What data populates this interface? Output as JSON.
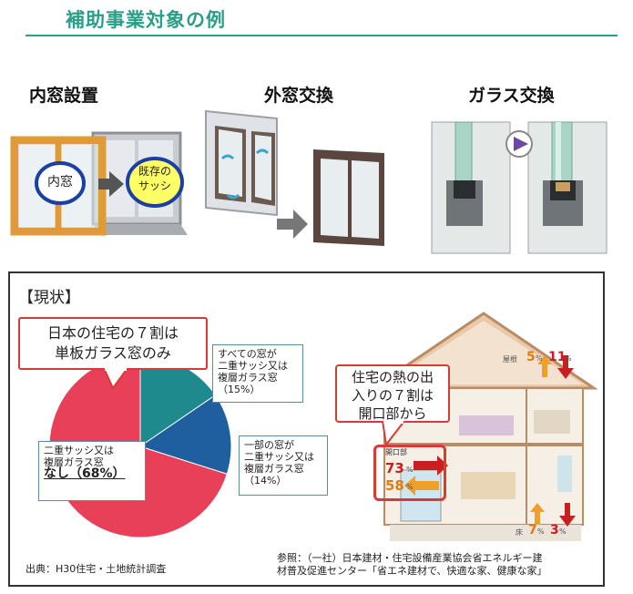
{
  "header": {
    "title": "補助事業対象の例"
  },
  "sections": {
    "inner_window": {
      "label": "内窓設置",
      "badge_inner": "内窓",
      "badge_existing_1": "既存の",
      "badge_existing_2": "サッシ"
    },
    "outer_window": {
      "label": "外窓交換"
    },
    "glass": {
      "label": "ガラス交換"
    }
  },
  "status": {
    "heading": "【現状】",
    "callout_main_1": "日本の住宅の７割は",
    "callout_main_2": "単板ガラス窓のみ",
    "callout_house_1": "住宅の熱の出",
    "callout_house_2": "入りの７割は",
    "callout_house_3": "開口部から"
  },
  "chart_data": {
    "type": "pie",
    "series": [
      {
        "name": "label_none",
        "values": [
          68
        ]
      },
      {
        "name": "label_all",
        "values": [
          15
        ]
      },
      {
        "name": "label_some",
        "values": [
          14
        ]
      }
    ],
    "slices": [
      {
        "key": "none",
        "value": 68,
        "color": "#e9405a"
      },
      {
        "key": "all",
        "value": 15,
        "color": "#1f8a8e"
      },
      {
        "key": "some",
        "value": 14,
        "color": "#1f5fa0"
      }
    ],
    "labels": {
      "all_1": "すべての窓が",
      "all_2": "二重サッシ又は",
      "all_3": "複層ガラス窓",
      "all_4": "（15%）",
      "some_1": "一部の窓が",
      "some_2": "二重サッシ又は",
      "some_3": "複層ガラス窓",
      "some_4": "（14%）",
      "none_1": "二重サッシ又は",
      "none_2": "複層ガラス窓",
      "none_3": "なし（68%）"
    }
  },
  "house": {
    "roof_label": "屋根",
    "roof_in": "5",
    "roof_out": "11",
    "opening_label": "開口部",
    "opening_out": "73",
    "opening_in": "58",
    "floor_label": "床",
    "floor_in": "7",
    "floor_out": "3",
    "pct": "%"
  },
  "footer": {
    "source": "出典：H30住宅・土地統計調査",
    "ref_1": "参照：（一社）日本建材・住宅設備産業協会省エネルギー建",
    "ref_2": "材普及促進センター「省エネ建材で、快適な家、健康な家」"
  },
  "colors": {
    "accent": "#2a9e86",
    "red": "#d93a35",
    "frame": "#e09a3a"
  }
}
